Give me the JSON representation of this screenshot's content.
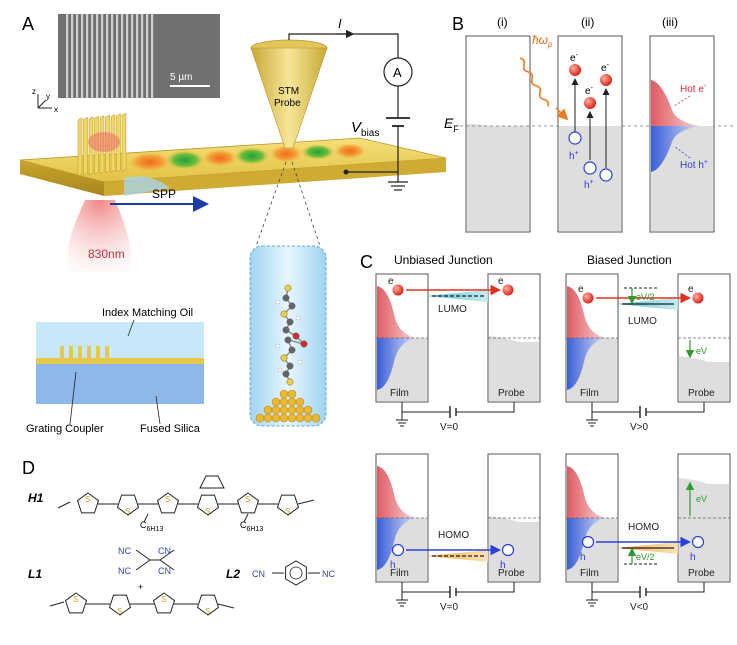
{
  "panels": {
    "A": {
      "letter": "A",
      "sem_scale": "5 µm",
      "axis_z": "z",
      "axis_y": "y",
      "axis_x": "x",
      "current": "I",
      "ammeter": "A",
      "v_main": "V",
      "v_sub": "bias",
      "probe_line1": "STM",
      "probe_line2": "Probe",
      "spp": "SPP",
      "laser": "830nm",
      "oil": "Index Matching Oil",
      "coupler": "Grating Coupler",
      "silica": "Fused Silica"
    },
    "B": {
      "letter": "B",
      "cols": [
        "(i)",
        "(ii)",
        "(iii)"
      ],
      "ef_main": "E",
      "ef_sub": "F",
      "photon_main": "ħω",
      "photon_sub": "p",
      "electron": "e",
      "hole": "h",
      "minus": "-",
      "plus": "+",
      "hot_e": "Hot e",
      "hot_h": "Hot h"
    },
    "C": {
      "letter": "C",
      "unbiased": "Unbiased Junction",
      "biased": "Biased Junction",
      "lumo": "LUMO",
      "homo": "HOMO",
      "film": "Film",
      "probe": "Probe",
      "ev2": "eV/2",
      "ev": "eV",
      "v_zero": "V=0",
      "v_pos": "V>0",
      "v_neg": "V<0"
    },
    "D": {
      "letter": "D",
      "h1": "H1",
      "l1": "L1",
      "l2": "L2",
      "c6h13": "C",
      "c6h13_sub": "6H13",
      "nc": "NC",
      "cn": "CN",
      "plus": "+",
      "s": "S"
    }
  },
  "colors": {
    "gold": "#e8c84a",
    "blue_electron": "#2b3fd8",
    "red_electron": "#e03020",
    "hot_red": "#e87a80",
    "hot_blue": "#4a6ee0",
    "green_arrow": "#2f9a2f",
    "cyan_lumo": "#37b6c8",
    "orange_homo": "#f0a030",
    "gray_fill": "#dedede"
  }
}
